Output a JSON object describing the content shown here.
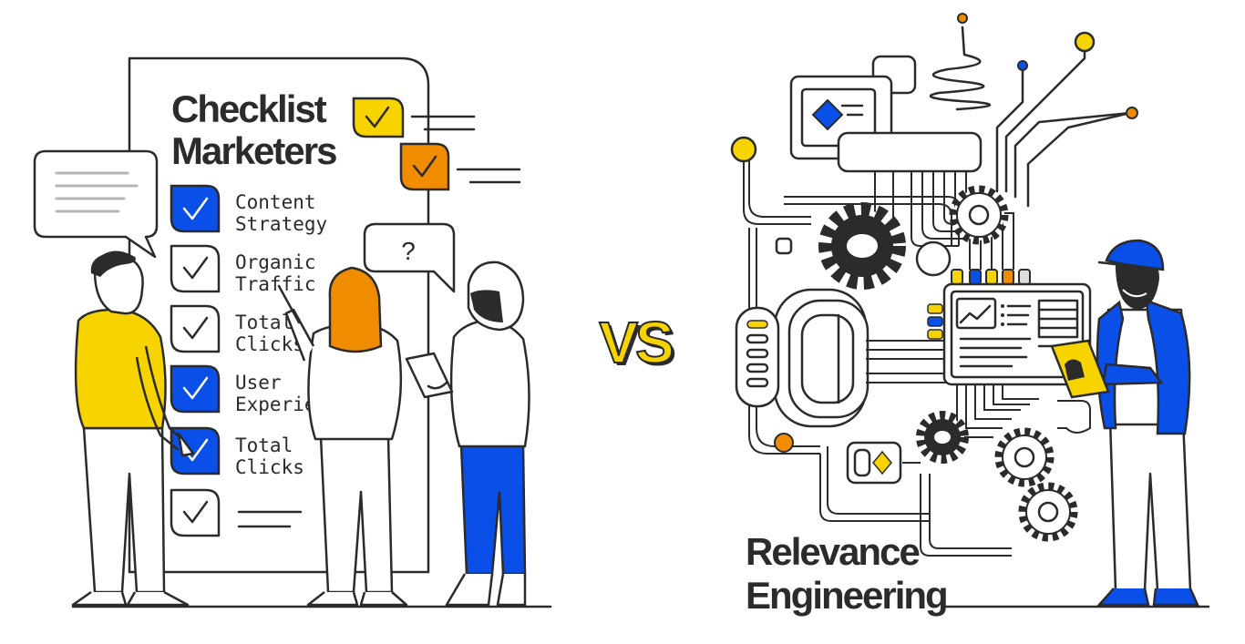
{
  "left_panel": {
    "title_line1": "Checklist",
    "title_line2": "Marketers",
    "items": [
      {
        "line1": "Content",
        "line2": "Strategy",
        "checked": true
      },
      {
        "line1": "Organic",
        "line2": "Traffic",
        "checked": false
      },
      {
        "line1": "Total",
        "line2": "Clicks",
        "checked": false
      },
      {
        "line1": "User",
        "line2": "Experience",
        "checked": true
      },
      {
        "line1": "Total",
        "line2": "Clicks",
        "checked": true
      },
      {
        "line1": "",
        "line2": "",
        "checked": false
      }
    ],
    "question_mark": "?"
  },
  "versus": "VS",
  "right_panel": {
    "title_line1": "Relevance",
    "title_line2": "Engineering"
  },
  "colors": {
    "blue": "#0a50e8",
    "yellow": "#f7d400",
    "orange": "#f08c00",
    "ink": "#2b2b2b"
  }
}
